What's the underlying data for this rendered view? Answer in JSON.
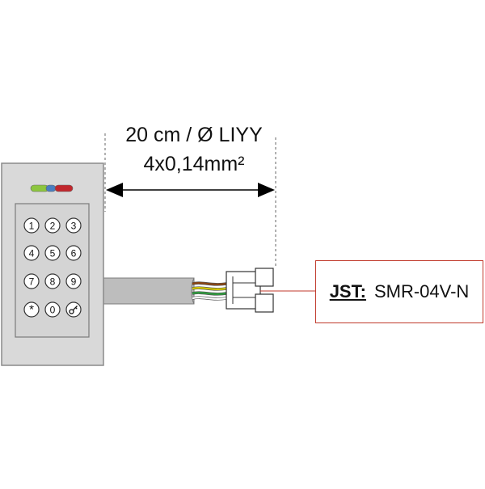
{
  "dimension": {
    "line1": "20 cm / Ø LIYY",
    "line2": "4x0,14mm²"
  },
  "connector_label": {
    "brand": "JST:",
    "part": "SMR-04V-N"
  },
  "keypad": {
    "keys": [
      "1",
      "2",
      "3",
      "4",
      "5",
      "6",
      "7",
      "8",
      "9",
      "*",
      "0",
      "key"
    ]
  },
  "led_colors": [
    "#8dc63f",
    "#4a7fc1",
    "#c1272d"
  ],
  "wire_colors": [
    "#8b4513",
    "#d4c800",
    "#2e9e3e",
    "#ffffff"
  ],
  "colors": {
    "housing": "#d9d9d9",
    "keypad_panel": "#d4d4d4",
    "cable": "#bdbdbd",
    "callout_border": "#c0392b",
    "arrow": "#000000"
  }
}
